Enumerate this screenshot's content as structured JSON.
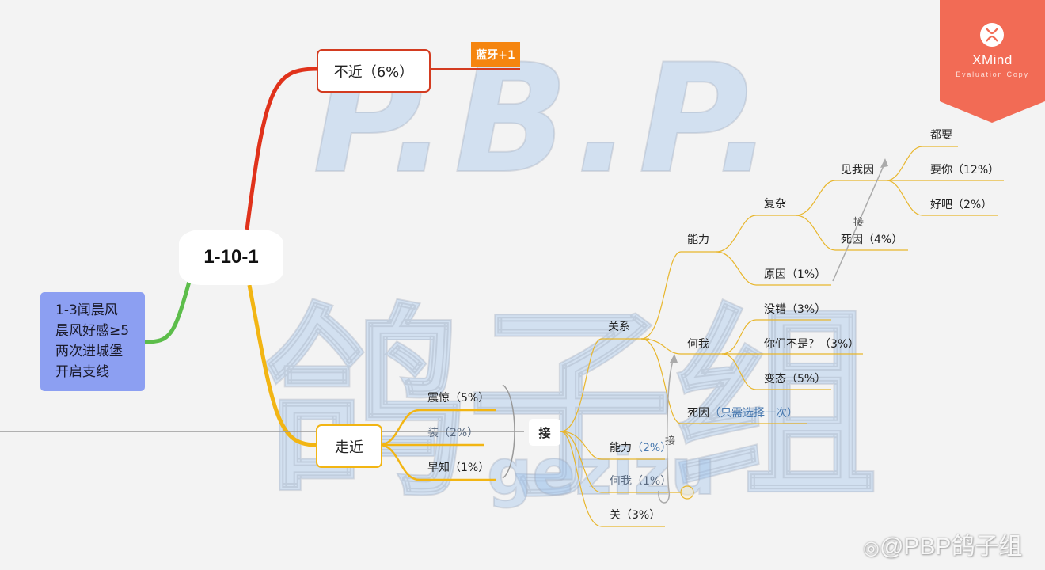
{
  "start_note": {
    "lines": [
      "1-3闻晨风",
      "晨风好感≥5",
      "两次进城堡",
      "开启支线"
    ],
    "color": "#8c9ff2"
  },
  "central": {
    "label": "1-10-1"
  },
  "branches": {
    "bujin": {
      "label": "不近（6%）",
      "badge": "蓝牙+1",
      "color": "#d33b20",
      "badge_color": "#f5850f"
    },
    "zoujin": {
      "label": "走近",
      "color": "#f2b513",
      "options": [
        {
          "label": "震惊",
          "pct": "（5%）"
        },
        {
          "label": "装",
          "pct": "（2%）"
        },
        {
          "label": "早知",
          "pct": "（1%）"
        }
      ],
      "merge_label": "接",
      "children": {
        "guanxi": {
          "label": "关系",
          "nengli": {
            "label": "能力",
            "fuza": {
              "label": "复杂",
              "jianwoyin": {
                "label": "见我因",
                "children": [
                  {
                    "label": "都要",
                    "pct": ""
                  },
                  {
                    "label": "要你",
                    "pct": "（12%）"
                  },
                  {
                    "label": "好吧",
                    "pct": "（2%）"
                  }
                ]
              },
              "siyin": {
                "label": "死因",
                "pct": "（4%）"
              }
            },
            "yuanyin": {
              "label": "原因",
              "pct": "（1%）"
            },
            "arrow_label": "接"
          },
          "hewo": {
            "label": "何我",
            "children": [
              {
                "label": "没错",
                "pct": "（3%）"
              },
              {
                "label": "你们不是？",
                "pct": "（3%）"
              },
              {
                "label": "变态",
                "pct": "（5%）"
              }
            ]
          },
          "siyin": {
            "label": "死因",
            "note": "（只需选择一次）"
          }
        },
        "nengli": {
          "label": "能力",
          "pct": "（2%）"
        },
        "hewo": {
          "label": "何我",
          "pct": "（1%）"
        },
        "guan": {
          "label": "关",
          "pct": "（3%）"
        },
        "arrow_label": "接",
        "marker": "3"
      }
    }
  },
  "xmind_badge": {
    "title": "XMind",
    "subtitle": "Evaluation Copy",
    "color": "#f26b55"
  },
  "watermark": {
    "top": "P.B.P.",
    "middle": "鸽子组",
    "bottom": "gezizu",
    "weibo": "@PBP鸽子组"
  }
}
